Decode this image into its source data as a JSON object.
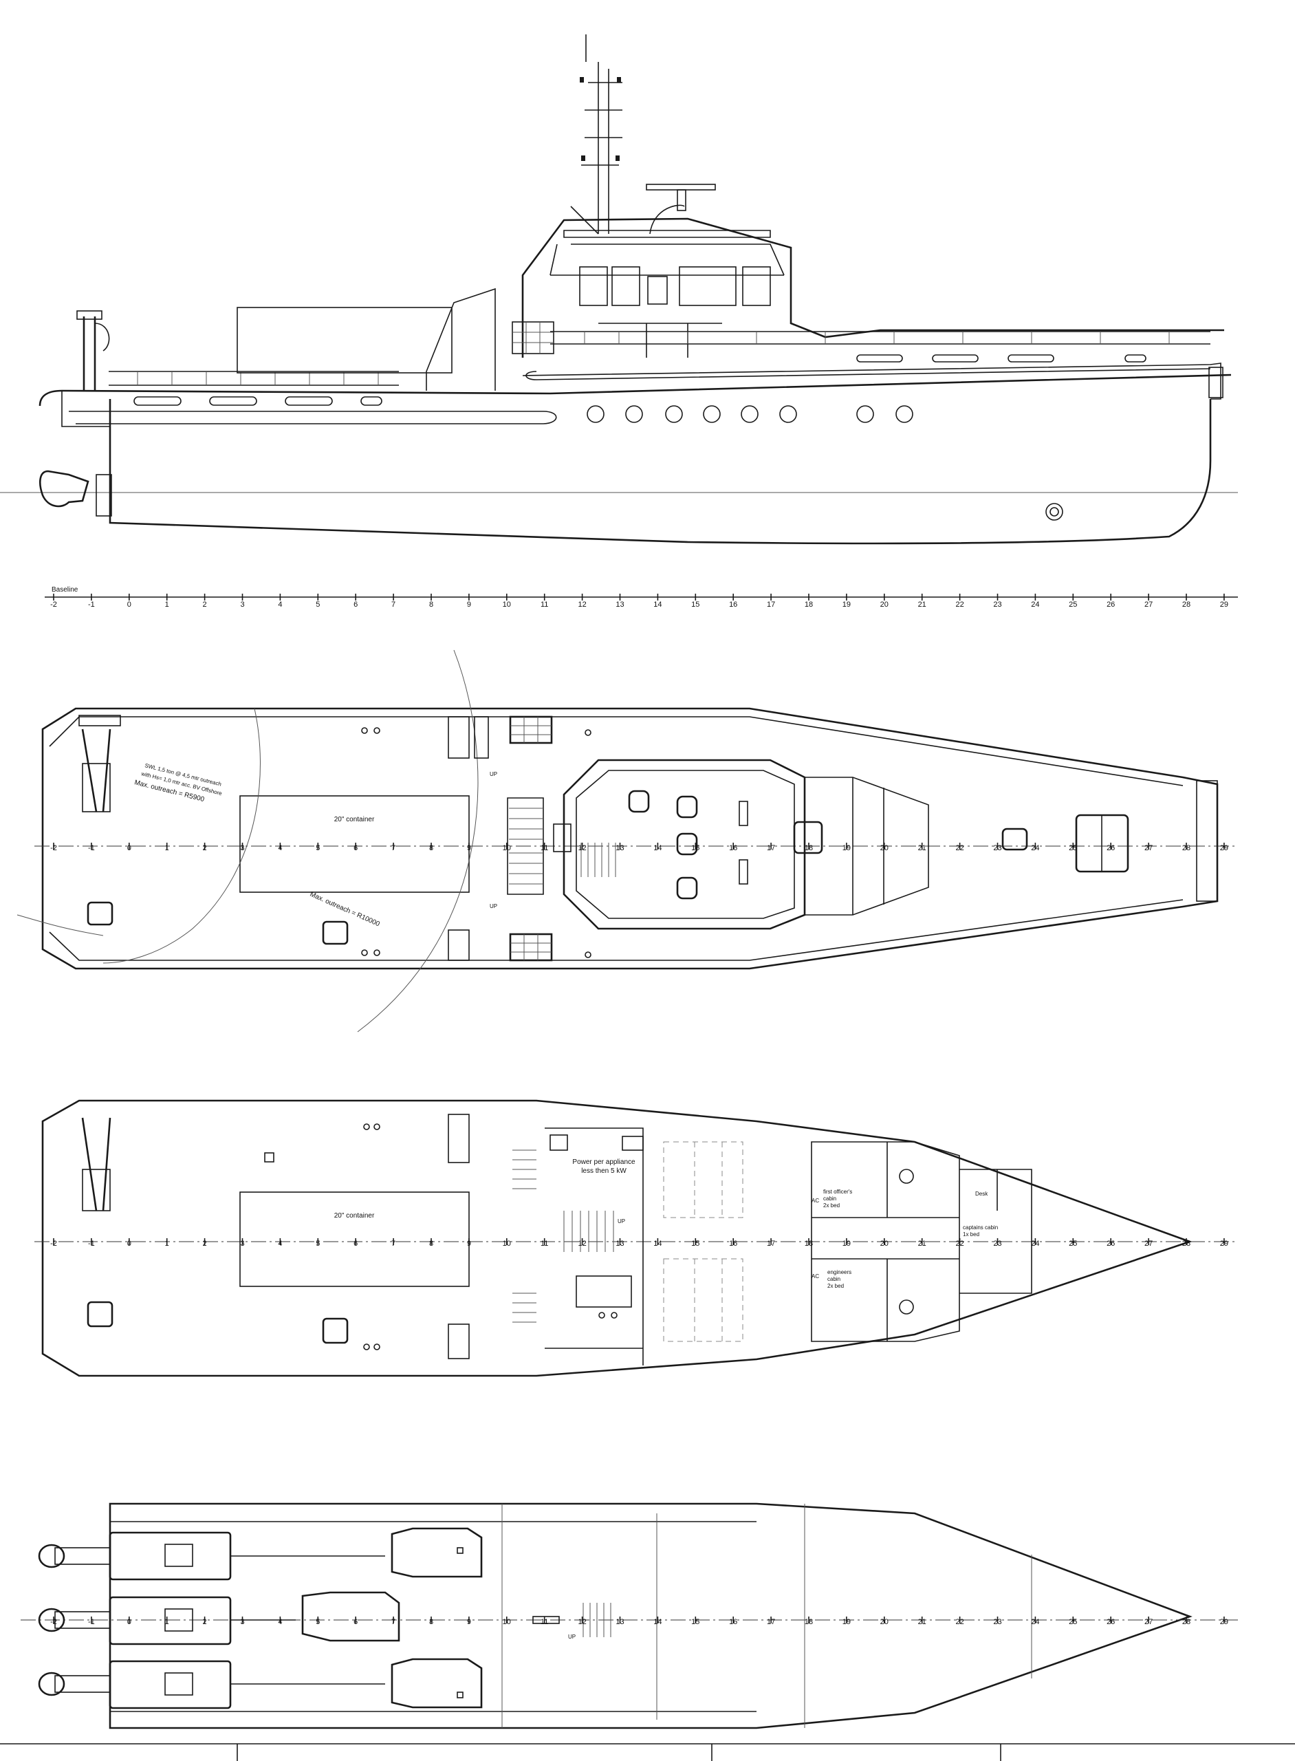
{
  "baseline_label": "Baseline",
  "frame_numbers": [
    "-2",
    "-1",
    "0",
    "1",
    "2",
    "3",
    "4",
    "5",
    "6",
    "7",
    "8",
    "9",
    "10",
    "11",
    "12",
    "13",
    "14",
    "15",
    "16",
    "17",
    "18",
    "19",
    "20",
    "21",
    "22",
    "23",
    "24",
    "25",
    "26",
    "27",
    "28",
    "29"
  ],
  "main_deck": {
    "crane_note_line1": "SWL 1,5 ton @ 4,5 mtr outreach",
    "crane_note_line2": "with Hs= 1,0 mtr acc. BV Offshore",
    "max_outreach_1": "Max. outreach = R5900",
    "max_outreach_2": "Max. outreach = R10000",
    "container_label": "20\" container",
    "up_label": "UP"
  },
  "lower_deck": {
    "container_label": "20\" container",
    "power_note_line1": "Power per appliance",
    "power_note_line2": "less then 5 kW",
    "first_officer_cabin": [
      "first officer's",
      "cabin",
      "2x bed"
    ],
    "engineers_cabin": [
      "engineers",
      "cabin",
      "2x bed"
    ],
    "captains_cabin": [
      "captains cabin",
      "1x bed"
    ],
    "desk_label": "Desk",
    "up_label": "UP",
    "ac_label": "AC"
  },
  "engine_room": {
    "up_label": "UP"
  }
}
